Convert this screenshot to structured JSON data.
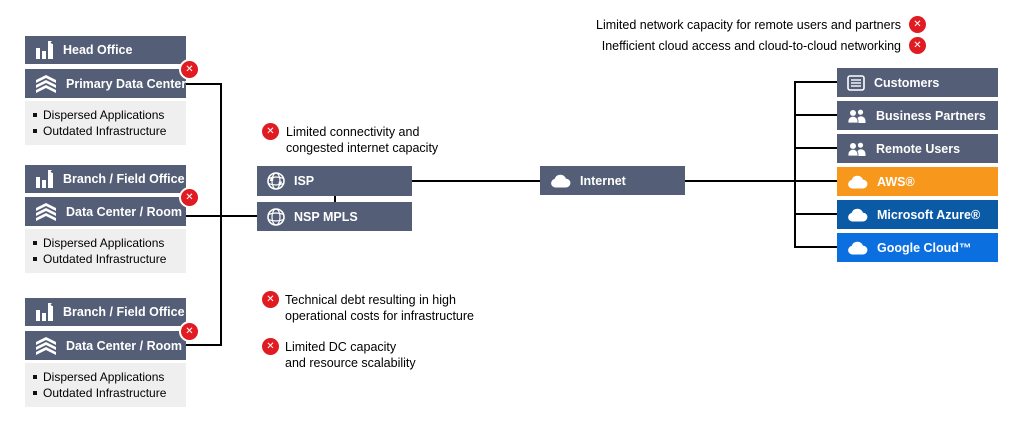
{
  "colors": {
    "node_slate": "#545E76",
    "list_bg": "#EFEFEF",
    "alert_red": "#E01B22",
    "aws_orange": "#F7981D",
    "azure_blue": "#0B5AA5",
    "google_blue": "#0B6FE0",
    "connector_black": "#000000",
    "text_white": "#FFFFFF"
  },
  "icons": {
    "office": "building-bars-icon",
    "data_center": "stack-chevrons-icon",
    "isp": "globe-icon",
    "nsp": "globe-wire-icon",
    "internet": "cloud-icon",
    "customers": "server-list-icon",
    "business_partners": "users-icon",
    "remote_users": "users-icon",
    "aws": "cloud-icon",
    "azure": "cloud-icon",
    "google": "cloud-icon",
    "alert": "x-circle-icon"
  },
  "left_groups": [
    {
      "office": "Head Office",
      "data_center": "Primary Data Center",
      "items": [
        "Dispersed Applications",
        "Outdated Infrastructure"
      ]
    },
    {
      "office": "Branch / Field Office",
      "data_center": "Data Center / Room",
      "items": [
        "Dispersed Applications",
        "Outdated Infrastructure"
      ]
    },
    {
      "office": "Branch / Field Office",
      "data_center": "Data Center / Room",
      "items": [
        "Dispersed Applications",
        "Outdated Infrastructure"
      ]
    }
  ],
  "network": {
    "isp": "ISP",
    "nsp_mpls": "NSP MPLS",
    "internet": "Internet"
  },
  "right_nodes": [
    {
      "label": "Customers",
      "color": "#545E76"
    },
    {
      "label": "Business Partners",
      "color": "#545E76"
    },
    {
      "label": "Remote Users",
      "color": "#545E76"
    },
    {
      "label": "AWS®",
      "color": "#F7981D"
    },
    {
      "label": "Microsoft Azure®",
      "color": "#0B5AA5"
    },
    {
      "label": "Google Cloud™",
      "color": "#0B6FE0"
    }
  ],
  "annotations": {
    "badge_glyph": "✕",
    "top_right": [
      {
        "text": "Limited network capacity for remote users and partners"
      },
      {
        "text": "Inefficient cloud access and cloud-to-cloud networking"
      }
    ],
    "mid_left": {
      "line1": "Limited connectivity and",
      "line2": "congested internet capacity"
    },
    "bottom_first": {
      "line1": "Technical debt resulting in high",
      "line2": "operational costs for infrastructure"
    },
    "bottom_second": {
      "line1": "Limited DC capacity",
      "line2": "and resource scalability"
    }
  }
}
